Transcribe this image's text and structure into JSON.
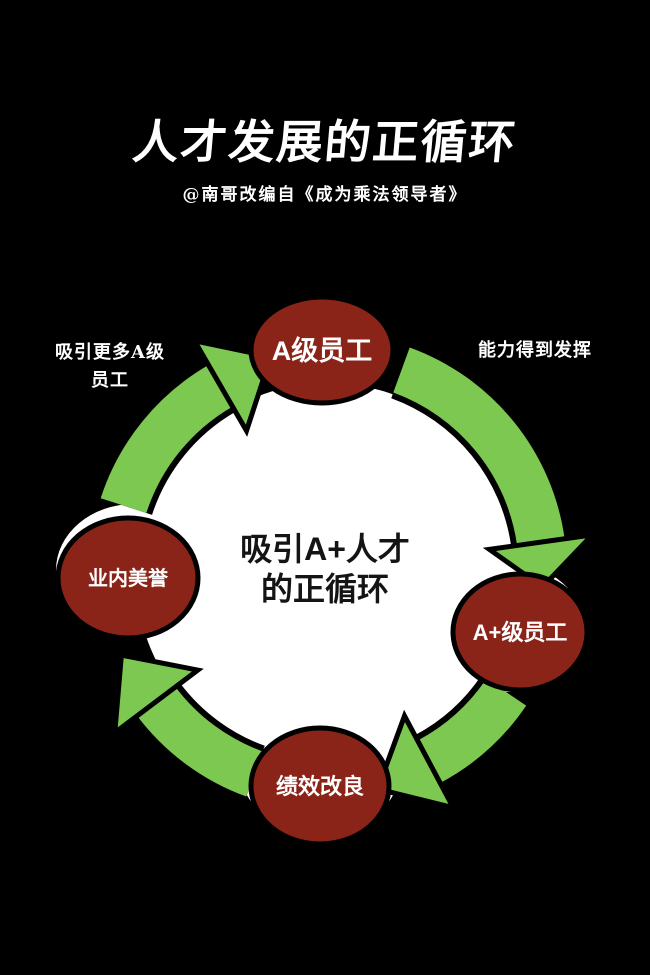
{
  "header": {
    "title": "人才发展的正循环",
    "subtitle": "@南哥改编自《成为乘法领导者》"
  },
  "diagram": {
    "center_caption": {
      "line1": "吸引A+人才",
      "line2": "的正循环"
    },
    "nodes": [
      {
        "position": "top",
        "label": "A级员工"
      },
      {
        "position": "right",
        "label": "A+级员工"
      },
      {
        "position": "bottom",
        "label": "绩效改良"
      },
      {
        "position": "left",
        "label": "业内美誉"
      }
    ],
    "annotations": [
      {
        "position": "top-left",
        "line1": "吸引更多A级",
        "line2": "员工"
      },
      {
        "position": "top-right",
        "line1": "能力得到发挥"
      }
    ],
    "colors": {
      "background": "#000000",
      "arrow_green": "#7cc851",
      "node_red": "#8b2418",
      "outline": "#000000",
      "inner_white": "#ffffff"
    }
  }
}
